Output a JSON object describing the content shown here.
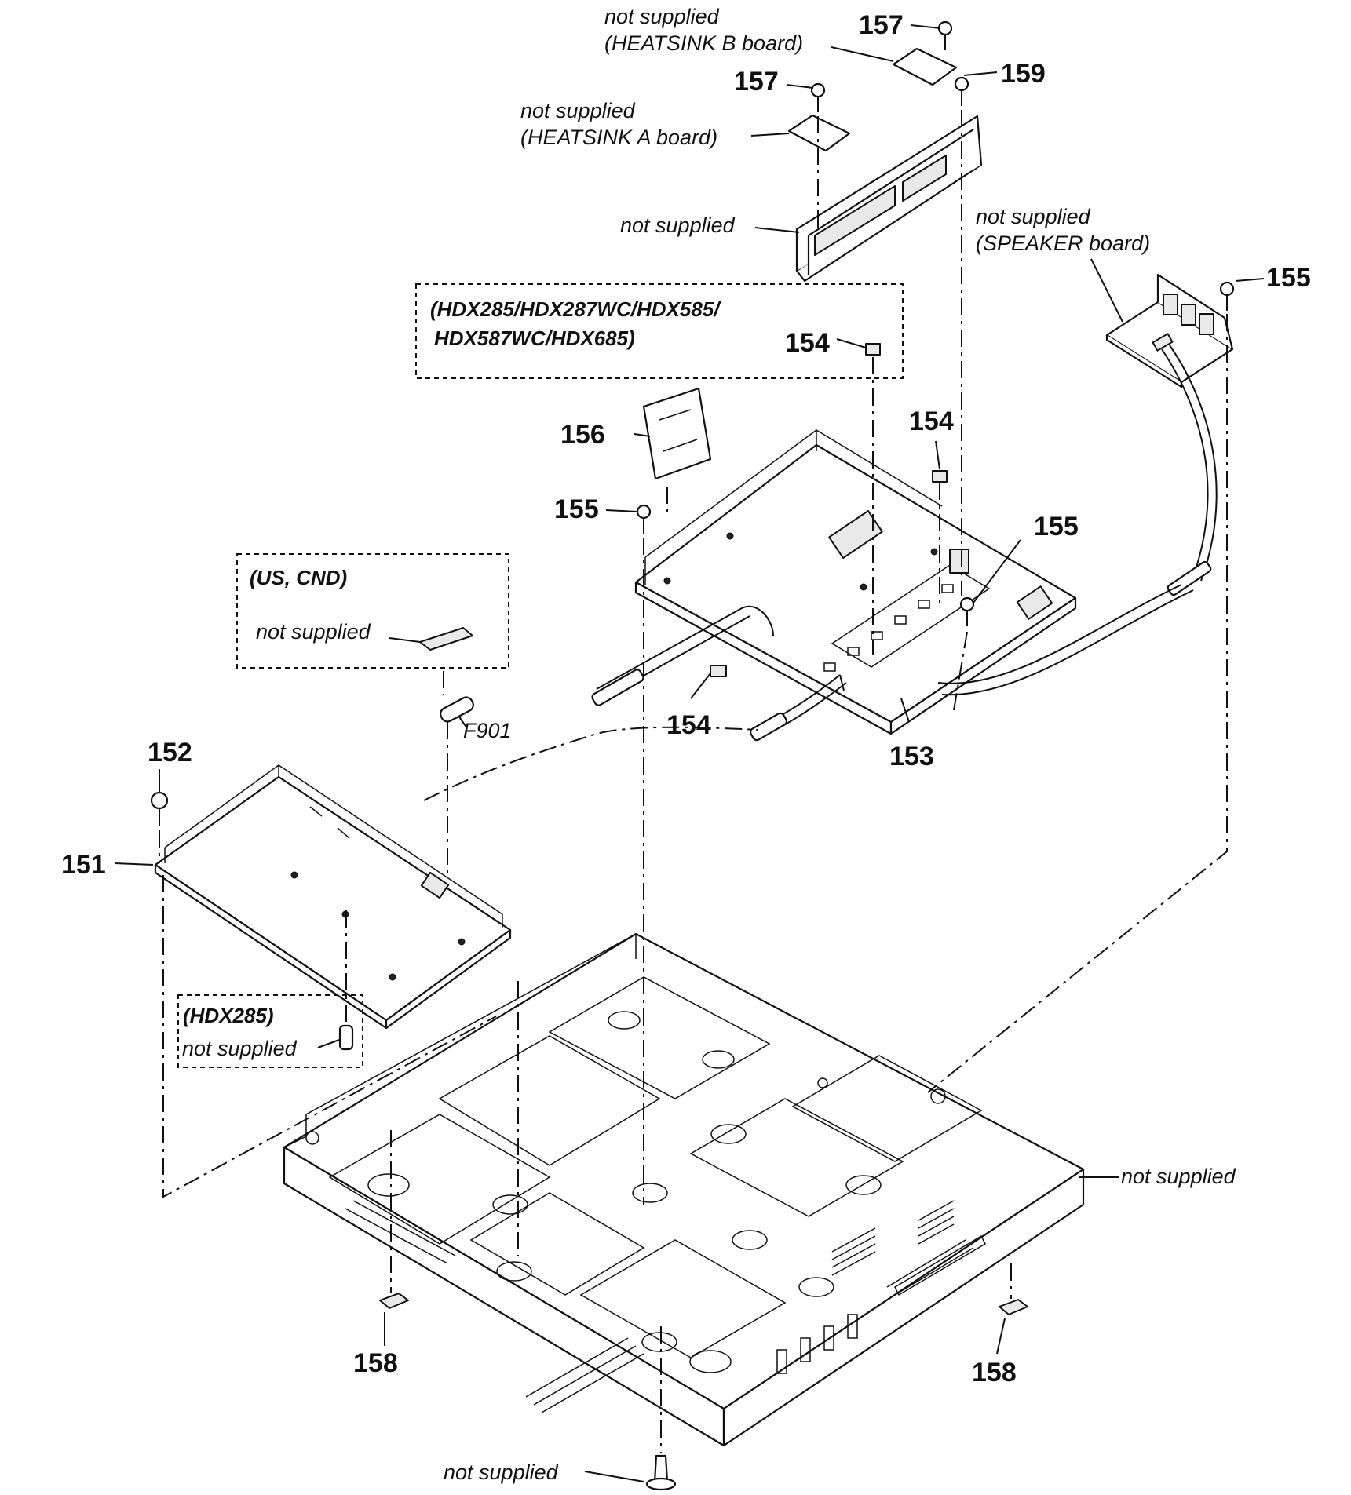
{
  "callouts": {
    "p151": "151",
    "p152": "152",
    "p153": "153",
    "p154": "154",
    "p155": "155",
    "p156": "156",
    "p157": "157",
    "p158": "158",
    "p159": "159"
  },
  "labels": {
    "not_supplied": "not supplied",
    "heatsink_b": "(HEATSINK B board)",
    "heatsink_a": "(HEATSINK A board)",
    "speaker_board": "(SPEAKER board)",
    "fuse": "F901"
  },
  "groups": {
    "models_line1": "(HDX285/HDX287WC/HDX585/",
    "models_line2": "HDX587WC/HDX685)",
    "region": "(US, CND)",
    "hdx285": "(HDX285)"
  }
}
